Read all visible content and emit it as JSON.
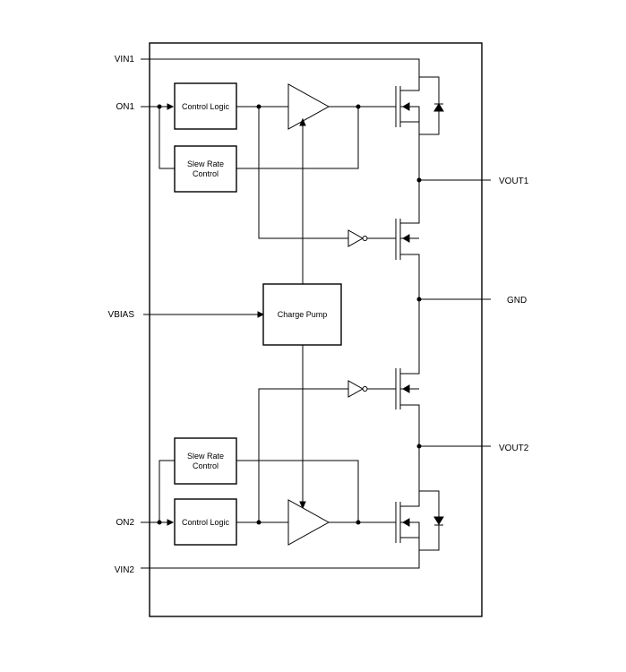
{
  "pins": {
    "vin1": "VIN1",
    "on1": "ON1",
    "vbias": "VBIAS",
    "on2": "ON2",
    "vin2": "VIN2",
    "vout1": "VOUT1",
    "gnd": "GND",
    "vout2": "VOUT2"
  },
  "blocks": {
    "control_logic_1": "Control Logic",
    "slew_rate_1_line1": "Slew Rate",
    "slew_rate_1_line2": "Control",
    "charge_pump": "Charge Pump",
    "slew_rate_2_line1": "Slew Rate",
    "slew_rate_2_line2": "Control",
    "control_logic_2": "Control Logic"
  }
}
